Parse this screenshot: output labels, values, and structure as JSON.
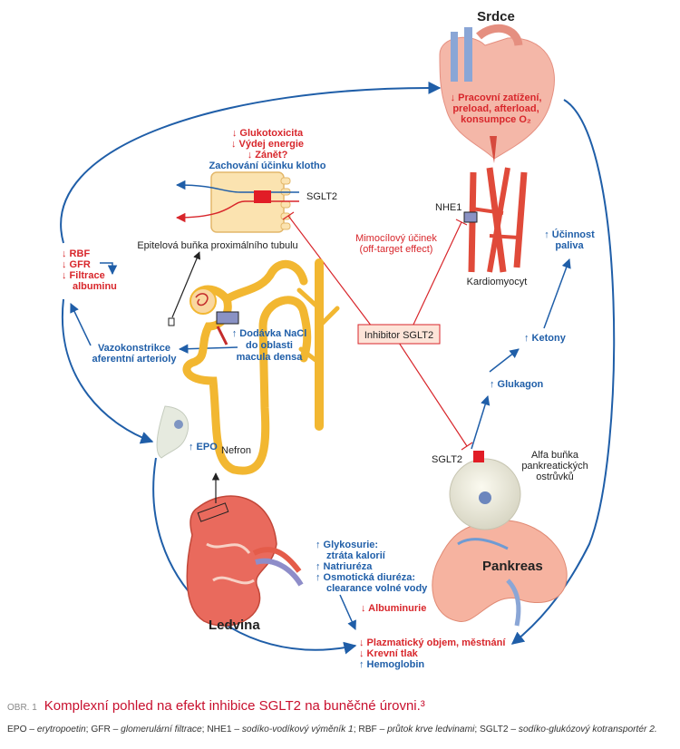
{
  "heart": {
    "title": "Srdce",
    "effects": [
      "↓ Pracovní zatížení,",
      "preload, afterload,",
      "konsumpce O₂"
    ]
  },
  "cell": {
    "effects": [
      "↓ Glukotoxicita",
      "↓ Výdej energie",
      "↓ Zánět?"
    ],
    "klotho": "Zachování účinku klotho",
    "sglt2": "SGLT2",
    "name": "Epitelová buňka proximálního tubulu"
  },
  "offtarget": [
    "Mimocílový účinek",
    "(off-target effect)"
  ],
  "nhe1": "NHE1",
  "cardiomyocyte": "Kardiomyocyt",
  "fuel": [
    "↑ Účinnost",
    "paliva"
  ],
  "ketones": "↑ Ketony",
  "glucagon": "↑ Glukagon",
  "inhibitor": "Inhibitor SGLT2",
  "rbf": [
    "↓ RBF",
    "↓ GFR",
    "↓ Filtrace",
    "albuminu"
  ],
  "vasoconstriction": [
    "Vazokonstrikce",
    "aferentní arterioly"
  ],
  "nacl": [
    "↑ Dodávka NaCl",
    "do oblasti",
    "macula densa"
  ],
  "epo": "↑ EPO",
  "nephron": "Nefron",
  "pancreas": {
    "sglt2": "SGLT2",
    "alpha": [
      "Alfa buňka",
      "pankreatických",
      "ostrůvků"
    ],
    "title": "Pankreas"
  },
  "kidney": "Ledvina",
  "renal_effects": [
    "↑ Glykosurie:",
    "ztráta kalorií",
    "↑ Natriuréza",
    "↑ Osmotická diuréza:",
    "clearance volné vody"
  ],
  "albuminuria": "↓ Albuminurie",
  "systemic": [
    "↓ Plazmatický objem, městnání",
    "↓ Krevní tlak",
    "↑ Hemoglobin"
  ],
  "caption": {
    "number": "OBR. 1",
    "text": "Komplexní pohled na efekt inhibice SGLT2 na buněčné úrovni.³"
  },
  "legend": [
    {
      "abbr": "EPO",
      "def": "erytropoetin"
    },
    {
      "abbr": "GFR",
      "def": "glomerulární filtrace"
    },
    {
      "abbr": "NHE1",
      "def": "sodíko-vodíkový výměník 1"
    },
    {
      "abbr": "RBF",
      "def": "průtok krve ledvinami"
    },
    {
      "abbr": "SGLT2",
      "def": "sodíko-glukózový kotransportér 2."
    }
  ],
  "colors": {
    "red": "#d8262b",
    "blue": "#1f5ea8",
    "tubule": "#f7c143",
    "cell": "#fbe3b0",
    "kidney": "#e96a5d",
    "pancreas": "#f6b3a0"
  }
}
